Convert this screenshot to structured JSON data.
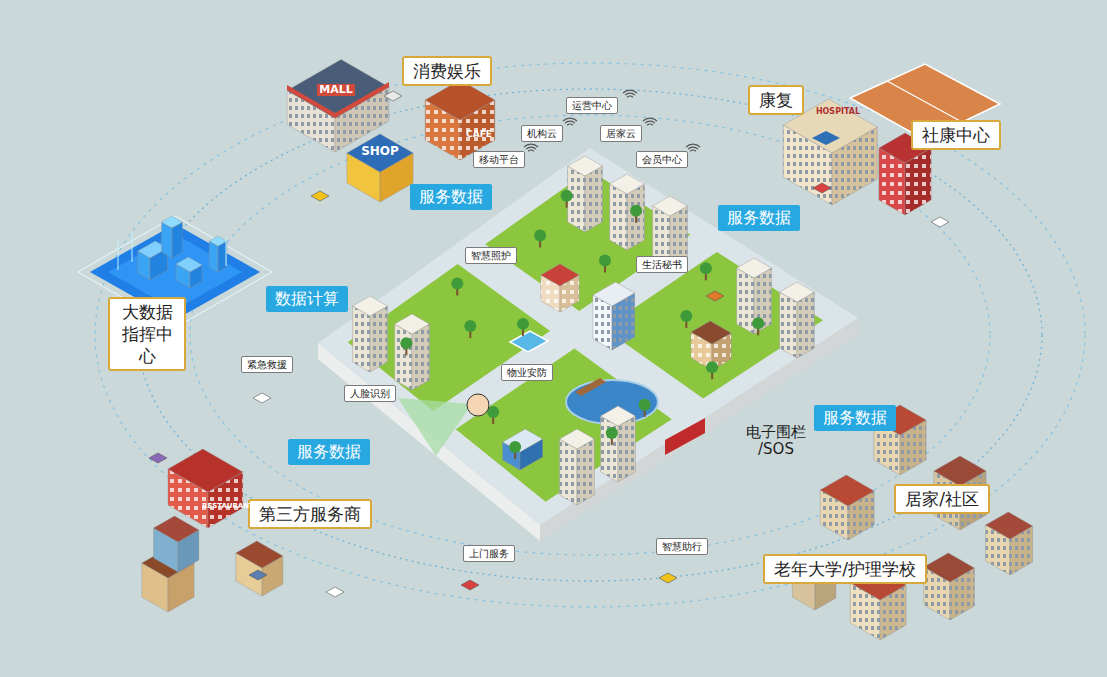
{
  "diagram": {
    "nodes": [
      {
        "text": [
          "消费娱乐"
        ]
      },
      {
        "text": [
          "运营中心"
        ]
      },
      {
        "text": [
          "机构云"
        ]
      },
      {
        "text": [
          "居家云"
        ]
      },
      {
        "text": [
          "康复"
        ]
      },
      {
        "text": [
          "社康中心"
        ]
      },
      {
        "text": [
          "移动平台"
        ]
      },
      {
        "text": [
          "会员中心"
        ]
      },
      {
        "text": [
          "服务数据"
        ]
      },
      {
        "text": [
          "服务数据"
        ]
      },
      {
        "text": [
          "智慧照护"
        ]
      },
      {
        "text": [
          "生活秘书"
        ]
      },
      {
        "text": [
          "数据计算"
        ]
      },
      {
        "text": [
          "大数据 指挥中心"
        ]
      },
      {
        "text": [
          "紧急救援"
        ]
      },
      {
        "text": [
          "物业安防"
        ]
      },
      {
        "text": [
          "人脸识别"
        ]
      },
      {
        "text": [
          "服务数据"
        ]
      },
      {
        "text": [
          "服务数据"
        ]
      },
      {
        "text": [
          "居家/社区"
        ]
      },
      {
        "text": [
          "第三方服务商"
        ]
      },
      {
        "text": [
          "智慧助行"
        ]
      },
      {
        "text": [
          "上门服务"
        ]
      },
      {
        "text": [
          "老年大学/护理学校"
        ]
      }
    ],
    "labels": [
      "电子围栏 /SOS",
      "MALL",
      "SHOP",
      "CAFE",
      "HOSPITAL",
      "RESTAURANT"
    ]
  }
}
